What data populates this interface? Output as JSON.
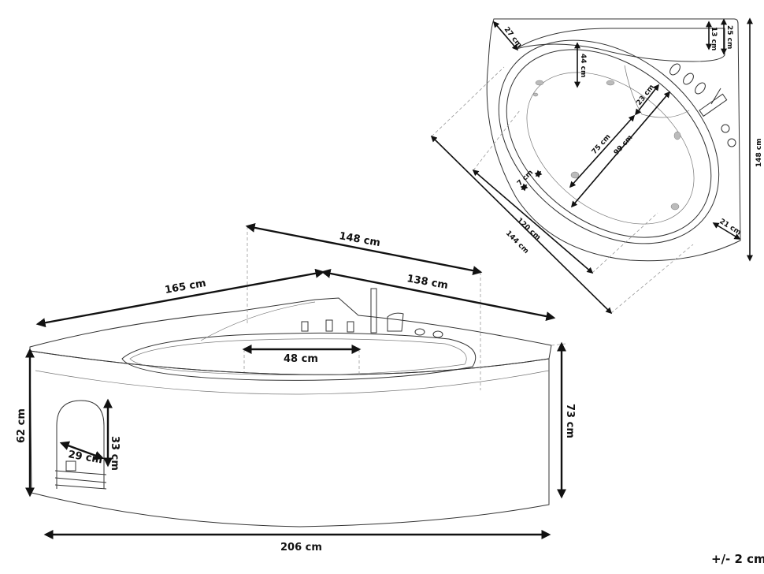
{
  "top_view": {
    "dimensions": {
      "d27": "27 cm",
      "d13": "13 cm",
      "d25": "25 cm",
      "d148": "148 cm",
      "d44": "44 cm",
      "d23": "23 cm",
      "d75": "75 cm",
      "d99": "99 cm",
      "d7": "7 cm",
      "d21": "21 cm",
      "d120": "120 cm",
      "d144": "144 cm"
    }
  },
  "front_view": {
    "dimensions": {
      "d165": "165 cm",
      "d148": "148 cm",
      "d138": "138 cm",
      "d48": "48 cm",
      "d62": "62 cm",
      "d33": "33 cm",
      "d29": "29 cm",
      "d73": "73 cm",
      "d206": "206 cm"
    }
  },
  "tolerance": "+/- 2 cm"
}
